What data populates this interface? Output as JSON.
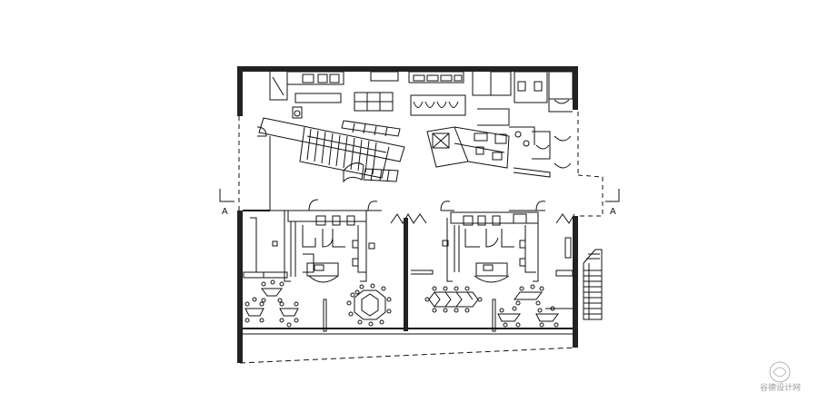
{
  "section_marks": {
    "left": "A",
    "right": "A"
  },
  "watermark": "谷德设计网",
  "colors": {
    "ink": "#111111",
    "wall": "#1a1a1a",
    "stair_fill": "#ffffff"
  }
}
